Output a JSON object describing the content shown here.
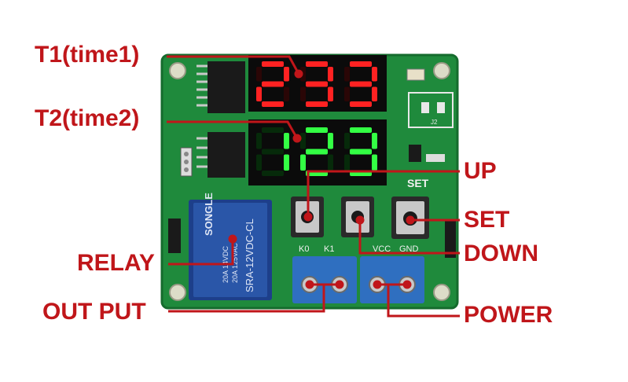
{
  "callouts": {
    "t1": "T1(time1)",
    "t2": "T2(time2)",
    "up": "UP",
    "set": "SET",
    "down": "DOWN",
    "relay": "RELAY",
    "output": "OUT PUT",
    "power": "POWER"
  },
  "board": {
    "display_top": "233",
    "display_bottom": "123",
    "set_silk": "SET",
    "terminal_labels": [
      "K0",
      "K1",
      "VCC",
      "GND"
    ],
    "relay_brand": "SONGLE",
    "relay_model": "SRA-12VDC-CL",
    "relay_rating_1": "20A 14VDC",
    "relay_rating_2": "20A 125VAC",
    "part_j2": "J2"
  },
  "colors": {
    "callout": "#c0161a",
    "pcb": "#1f8a3c",
    "display_red": "#ff2222",
    "display_green": "#33ff44",
    "terminal_blue": "#2f6fc0",
    "relay_blue": "#1d3f8a"
  }
}
